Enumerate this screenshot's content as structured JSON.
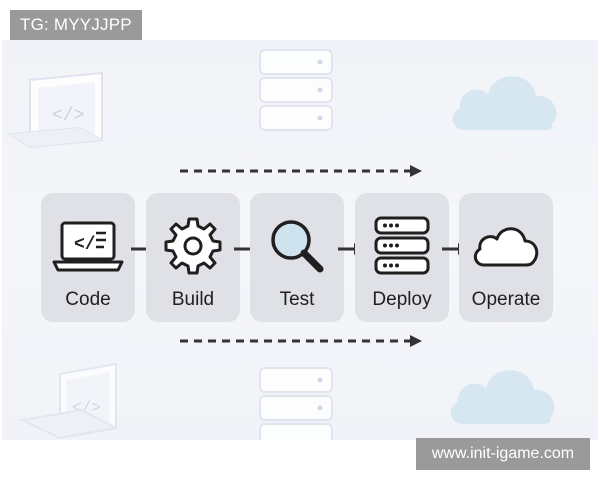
{
  "watermarks": {
    "top_left": "TG: MYYJJPP",
    "bottom_right": "www.init-igame.com"
  },
  "diagram": {
    "stages": [
      {
        "label": "Code",
        "icon": "code-laptop-icon"
      },
      {
        "label": "Build",
        "icon": "gear-icon"
      },
      {
        "label": "Test",
        "icon": "magnifier-icon"
      },
      {
        "label": "Deploy",
        "icon": "server-stack-icon"
      },
      {
        "label": "Operate",
        "icon": "cloud-icon"
      }
    ],
    "colors": {
      "stage_fill": "#dfe1e6",
      "ink": "#1f1f1f",
      "accent_blue": "#cfe3ef",
      "background": "#f3f4f8"
    }
  }
}
